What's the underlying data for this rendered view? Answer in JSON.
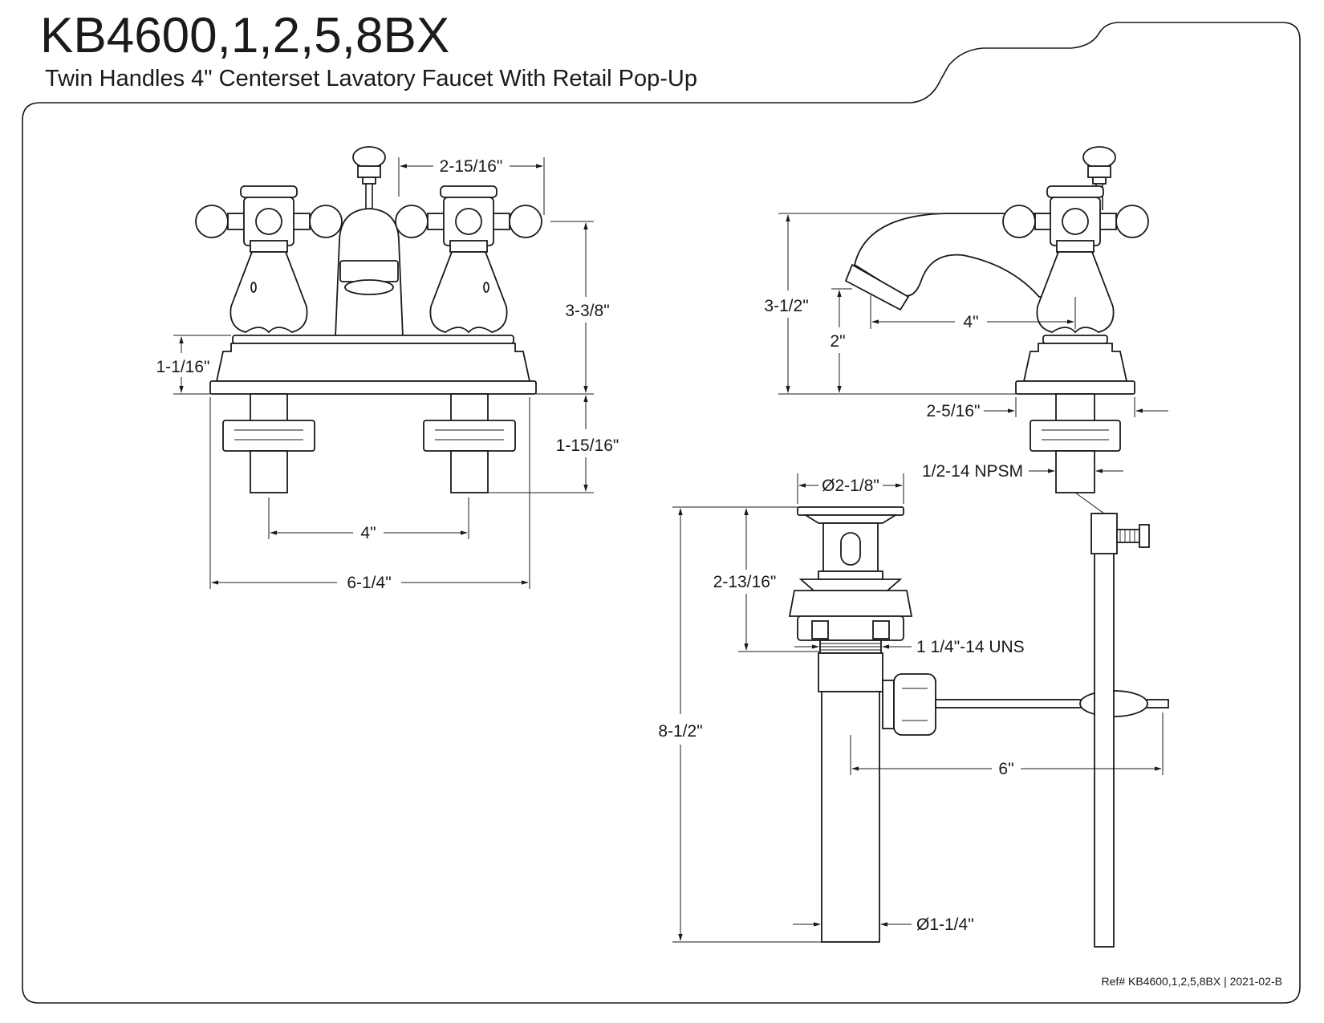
{
  "header": {
    "model": "KB4600,1,2,5,8BX",
    "description": "Twin Handles 4\" Centerset Lavatory Faucet With Retail Pop-Up"
  },
  "front_view": {
    "handle_spread": "2-15/16\"",
    "height_above_deck": "3-3/8\"",
    "base_height": "1-1/16\"",
    "shank_length": "1-15/16\"",
    "center_spread": "4\"",
    "overall_width": "6-1/4\""
  },
  "side_view": {
    "overall_height": "3-1/2\"",
    "spout_height": "2\"",
    "spout_reach": "4\"",
    "base_depth": "2-5/16\"",
    "supply_thread": "1/2-14 NPSM"
  },
  "drain": {
    "flange_diameter": "Ø2-1/8\"",
    "body_length": "2-13/16\"",
    "thread": "1 1/4\"-14 UNS",
    "overall_length": "8-1/2\"",
    "rod_reach": "6\"",
    "tailpiece_diameter": "Ø1-1/4\""
  },
  "footer": {
    "ref": "Ref# KB4600,1,2,5,8BX | 2021-02-B"
  }
}
